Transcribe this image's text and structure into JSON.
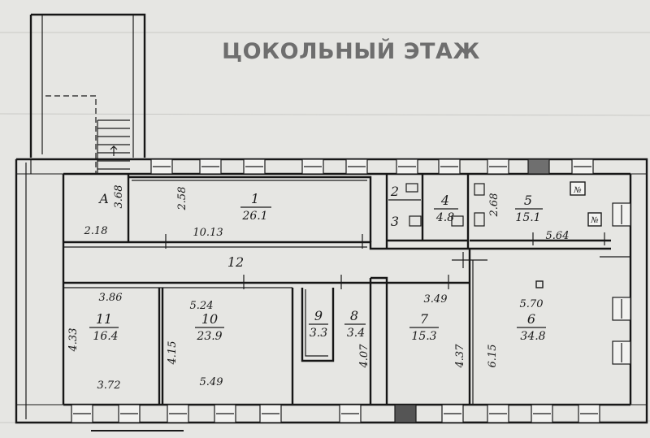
{
  "plan": {
    "title": "ЦОКОЛЬНЫЙ ЭТАЖ",
    "rooms": [
      {
        "id": "r1",
        "number": "1",
        "area": "26.1"
      },
      {
        "id": "r2",
        "number": "2",
        "area": ""
      },
      {
        "id": "r3",
        "number": "3",
        "area": ""
      },
      {
        "id": "r4",
        "number": "4",
        "area": "4.8"
      },
      {
        "id": "r5",
        "number": "5",
        "area": "15.1"
      },
      {
        "id": "r6",
        "number": "6",
        "area": "34.8"
      },
      {
        "id": "r7",
        "number": "7",
        "area": "15.3"
      },
      {
        "id": "r8",
        "number": "8",
        "area": "3.4"
      },
      {
        "id": "r9",
        "number": "9",
        "area": "3.3"
      },
      {
        "id": "r10",
        "number": "10",
        "area": "23.9"
      },
      {
        "id": "r11",
        "number": "11",
        "area": "16.4"
      },
      {
        "id": "r12",
        "number": "12",
        "area": ""
      },
      {
        "id": "rA",
        "number": "А",
        "area": ""
      }
    ],
    "dimensions": [
      "3.68",
      "2.18",
      "2.58",
      "10.13",
      "2.68",
      "5.64",
      "3.86",
      "5.24",
      "3.49",
      "5.70",
      "4.33",
      "4.15",
      "4.07",
      "4.37",
      "6.15",
      "3.72",
      "5.49"
    ],
    "marks": [
      "№",
      "№"
    ]
  }
}
